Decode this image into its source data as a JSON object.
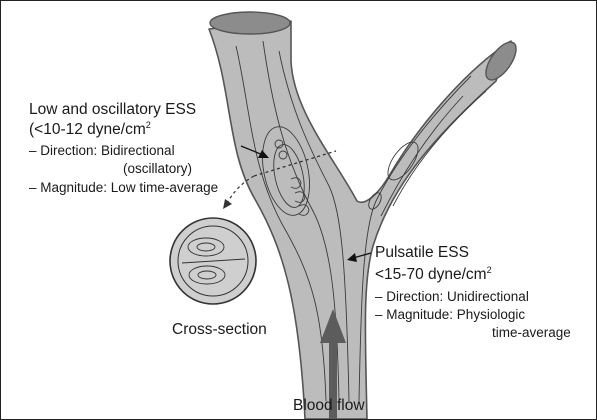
{
  "low_ess": {
    "title": "Low and oscillatory ESS",
    "value_prefix": "(<10-12 dyne/cm",
    "value_sup": "2",
    "direction": "– Direction: Bidirectional",
    "direction_cont": "(oscillatory)",
    "magnitude": "– Magnitude: Low time-average"
  },
  "pulsatile_ess": {
    "title": "Pulsatile ESS",
    "value_prefix": "<15-70 dyne/cm",
    "value_sup": "2",
    "direction": "– Direction: Unidirectional",
    "magnitude": "– Magnitude: Physiologic",
    "magnitude_cont": "time-average"
  },
  "cross_section_label": "Cross-section",
  "blood_flow_label": "Blood flow",
  "colors": {
    "vessel_fill": "#bcbcbc",
    "vessel_stroke": "#555555",
    "lumen": "#8c8c8c",
    "arrow": "#5c5c5c",
    "text": "#1a1a1a"
  }
}
